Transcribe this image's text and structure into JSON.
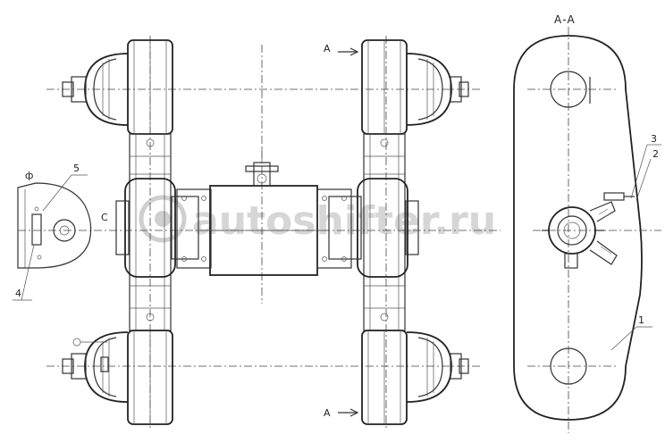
{
  "drawing": {
    "section_title": "А-А",
    "cut_label_top": "А",
    "cut_label_bottom": "А",
    "callouts": [
      "1",
      "2",
      "3",
      "4",
      "5"
    ],
    "circle_mark": "ф",
    "center_mark": "С"
  },
  "watermark": {
    "text": "autoshifter.ru"
  }
}
